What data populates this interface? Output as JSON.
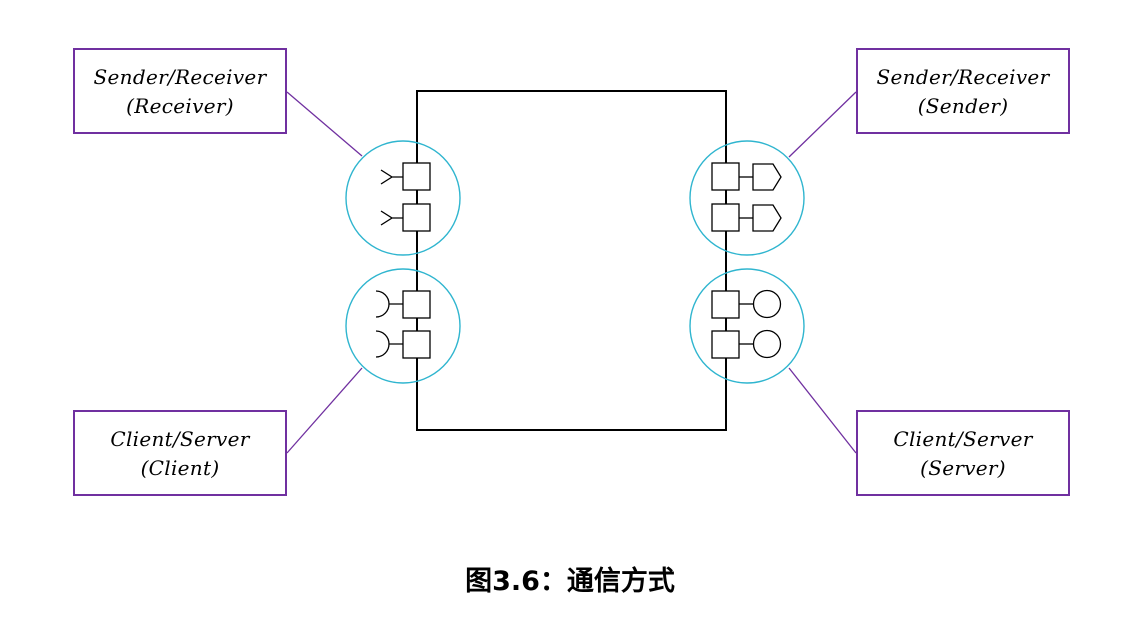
{
  "diagram": {
    "labels": {
      "top_left": {
        "line1": "Sender/Receiver",
        "line2": "(Receiver)"
      },
      "top_right": {
        "line1": "Sender/Receiver",
        "line2": "(Sender)"
      },
      "bottom_left": {
        "line1": "Client/Server",
        "line2": "(Client)"
      },
      "bottom_right": {
        "line1": "Client/Server",
        "line2": "(Server)"
      }
    }
  },
  "caption": "图3.6：通信方式",
  "colors": {
    "label_border": "#7030A0",
    "group_circle": "#2FB5CF",
    "ink": "#000000"
  }
}
